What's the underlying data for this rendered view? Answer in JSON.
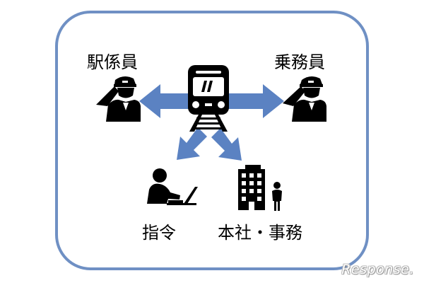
{
  "colors": {
    "frame_stroke": "#6f90c4",
    "arrow_fill": "#5b82c2",
    "icon_fill": "#000000",
    "background": "#ffffff"
  },
  "labels": {
    "station_staff": "駅係員",
    "crew": "乗務員",
    "dispatch": "指令",
    "headquarters": "本社・事務"
  },
  "watermark": "Response.",
  "icons": [
    "train-icon",
    "saluting-station-staff-icon",
    "saluting-crew-icon",
    "person-at-laptop-icon",
    "office-building-icon"
  ]
}
